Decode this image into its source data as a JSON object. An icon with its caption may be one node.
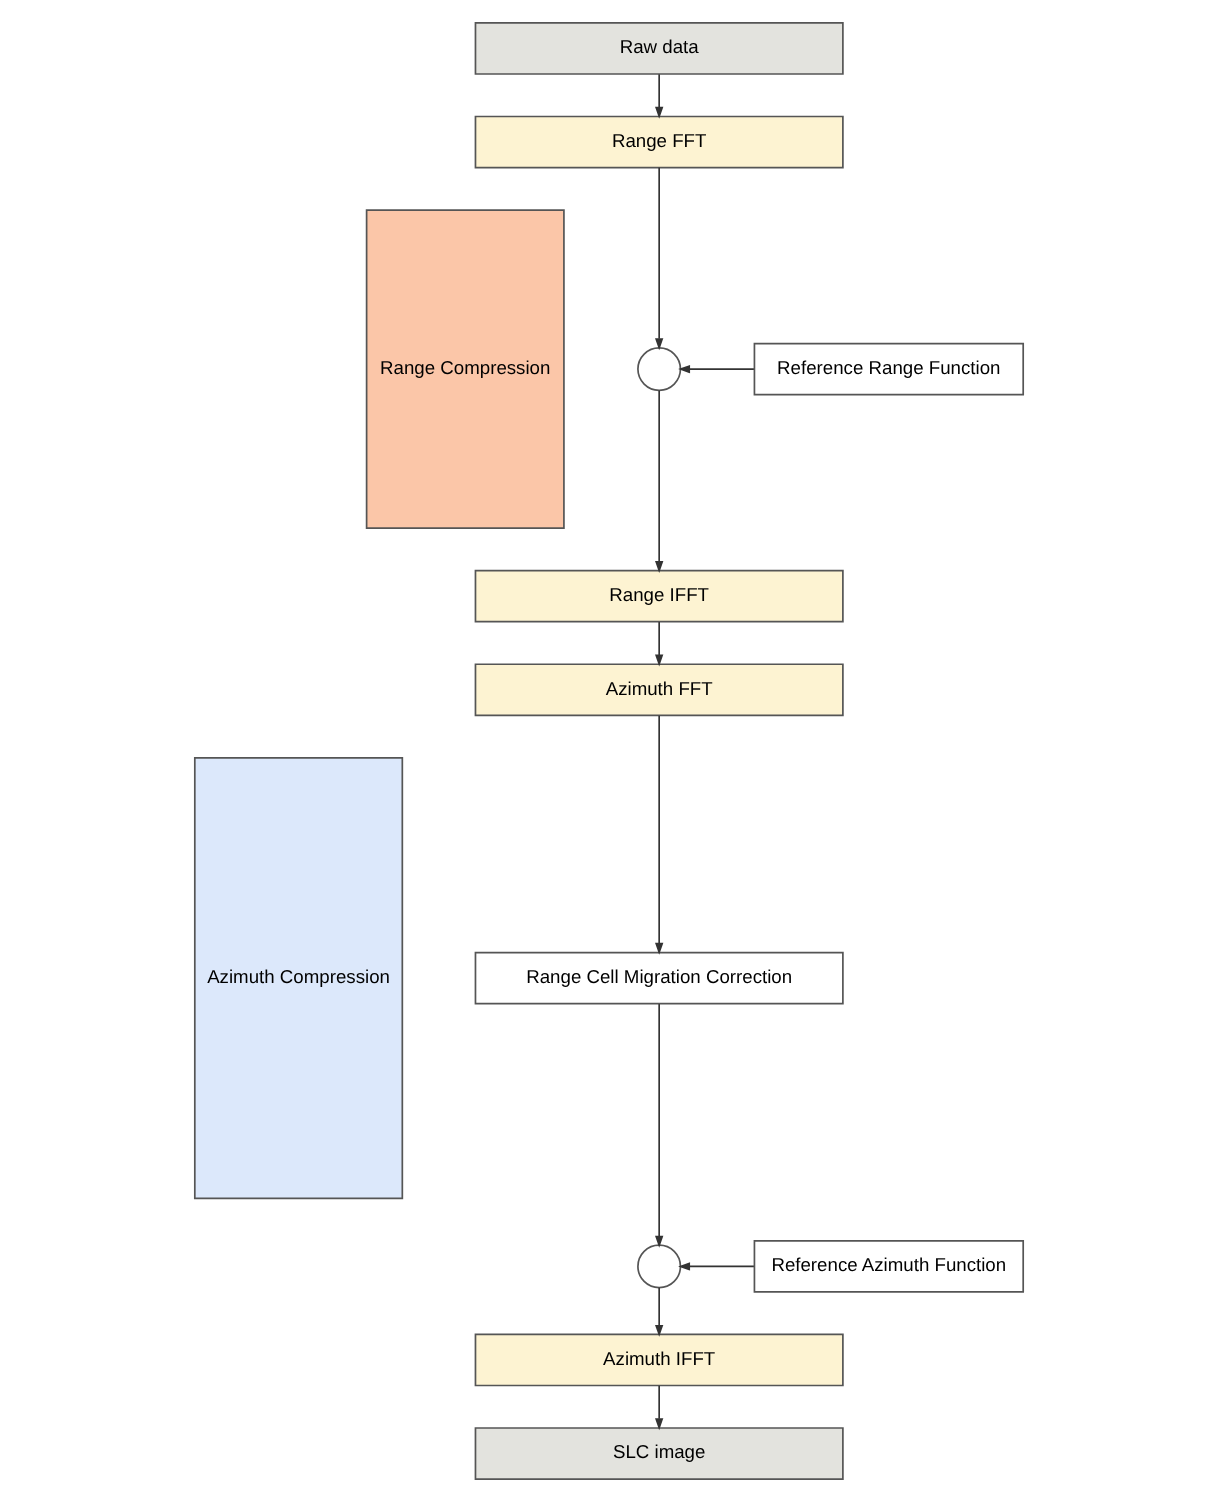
{
  "diagram": {
    "nodes": [
      {
        "text": [
          "Raw data"
        ]
      },
      {
        "text": [
          "Range Compression"
        ]
      },
      {
        "text": [
          "Range FFT"
        ]
      },
      {
        "text": [],
        "shape": "circle"
      },
      {
        "text": [
          "Reference Range Function"
        ]
      },
      {
        "text": [
          "Range IFFT"
        ]
      },
      {
        "text": [
          "Azimuth Compression"
        ]
      },
      {
        "text": [
          "Azimuth FFT"
        ]
      },
      {
        "text": [
          "Range Cell Migration Correction"
        ]
      },
      {
        "text": [],
        "shape": "circle"
      },
      {
        "text": [
          "Reference Azimuth Function"
        ]
      },
      {
        "text": [
          "Azimuth IFFT"
        ]
      },
      {
        "text": [
          "SLC image"
        ]
      }
    ],
    "edges": [
      {
        "from": 0,
        "to": 2,
        "arrow": "to"
      },
      {
        "from": 2,
        "to": 3,
        "arrow": "to"
      },
      {
        "from": 4,
        "to": 3,
        "arrow": "to"
      },
      {
        "from": 3,
        "to": 5,
        "arrow": "to"
      },
      {
        "from": 5,
        "to": 7,
        "arrow": "to"
      },
      {
        "from": 7,
        "to": 8,
        "arrow": "to"
      },
      {
        "from": 8,
        "to": 9,
        "arrow": "to"
      },
      {
        "from": 10,
        "to": 9,
        "arrow": "to"
      },
      {
        "from": 9,
        "to": 11,
        "arrow": "to"
      },
      {
        "from": 11,
        "to": 12,
        "arrow": "to"
      }
    ]
  }
}
